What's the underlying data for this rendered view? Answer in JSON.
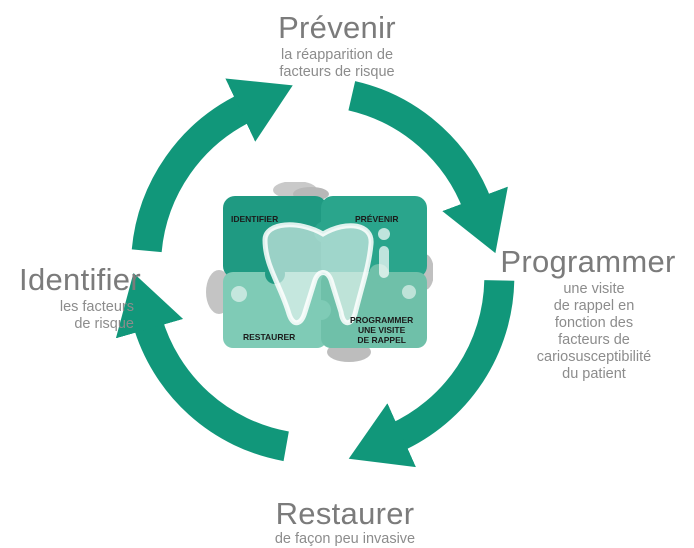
{
  "diagram": {
    "colors": {
      "arrow": "#11977a",
      "puzzle_dark": "#1f9a82",
      "puzzle_light": "#7fcbb6",
      "text": "#8a8a8a"
    },
    "steps": {
      "top": {
        "title": "Prévenir",
        "lines": [
          "la réapparition de",
          "facteurs de risque"
        ]
      },
      "right": {
        "title": "Programmer",
        "lines": [
          "une visite",
          "de rappel en",
          "fonction des",
          "facteurs de",
          "cariosusceptibilité",
          "du patient"
        ]
      },
      "bottom": {
        "title": "Restaurer",
        "lines": [
          "de façon peu invasive"
        ]
      },
      "left": {
        "title": "Identifier",
        "lines": [
          "les facteurs",
          "de risque"
        ]
      }
    },
    "puzzle": {
      "identifier": "IDENTIFIER",
      "prevenir": "PRÉVENIR",
      "restaurer": "RESTAURER",
      "programmer_lines": [
        "PROGRAMMER",
        "UNE VISITE",
        "DE RAPPEL"
      ]
    }
  }
}
